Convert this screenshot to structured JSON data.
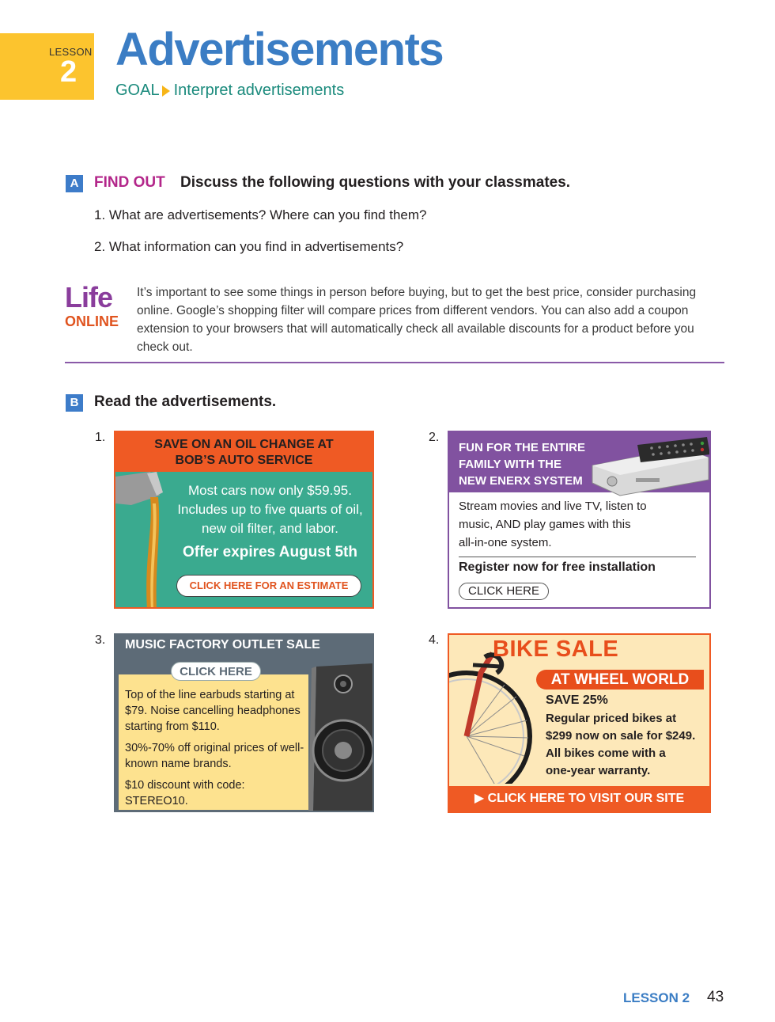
{
  "header": {
    "lesson_word": "LESSON",
    "lesson_number": "2",
    "title": "Advertisements",
    "goal_label": "GOAL",
    "goal_text": "Interpret advertisements"
  },
  "section_a": {
    "badge": "A",
    "label": "FIND OUT",
    "instruction": "Discuss the following questions with your classmates.",
    "questions": [
      "1. What are advertisements? Where can you find them?",
      "2. What information can you find in advertisements?"
    ]
  },
  "life_online": {
    "life": "Life",
    "online": "ONLINE",
    "text": "It’s important to see some things in person before buying, but to get the best price, consider purchasing online. Google’s shopping filter will compare prices from different vendors. You can also add a coupon extension to your browsers that will automatically check all available discounts for a product before you check out."
  },
  "section_b": {
    "badge": "B",
    "instruction": "Read the advertisements.",
    "ads": [
      {
        "number": "1.",
        "headline_1": "SAVE ON AN OIL CHANGE AT",
        "headline_2": "BOB’S AUTO SERVICE",
        "body_1": "Most cars now only $59.95.",
        "body_2": "Includes up to five quarts of oil,",
        "body_3": "new oil filter, and labor.",
        "offer": "Offer expires August 5th",
        "button": "CLICK HERE FOR AN ESTIMATE"
      },
      {
        "number": "2.",
        "headline_1": "FUN FOR THE ENTIRE",
        "headline_2": "FAMILY WITH THE",
        "headline_3": "NEW ENERX SYSTEM",
        "body_1": "Stream movies and live TV, listen to",
        "body_2": "music, AND play games with this",
        "body_3": "all-in-one system.",
        "register": "Register now for free installation",
        "button": "CLICK HERE"
      },
      {
        "number": "3.",
        "headline": "MUSIC FACTORY OUTLET SALE",
        "button": "CLICK HERE",
        "para_1": "Top of the line earbuds starting at $79.  Noise cancelling headphones starting from $110.",
        "para_2": "30%-70% off original prices of well-known name brands.",
        "para_3": "$10 discount with code: STEREO10."
      },
      {
        "number": "4.",
        "title": "BIKE SALE",
        "where": "AT WHEEL WORLD",
        "save": "SAVE 25%",
        "body_1": "Regular priced bikes at",
        "body_2": "$299 now on sale for $249.",
        "body_3": "All bikes come with a",
        "body_4": "one-year warranty.",
        "footer": "▶  CLICK HERE TO VISIT OUR SITE"
      }
    ]
  },
  "footer": {
    "lesson": "LESSON 2",
    "page": "43"
  },
  "colors": {
    "title_blue": "#3b7dc4",
    "goal_teal": "#1a8a7c",
    "lesson_tab": "#fcc42e",
    "find_out_magenta": "#b3268a",
    "life_purple": "#8a3d9c",
    "ad_orange": "#ef5a24",
    "ad_teal": "#3aaa8f",
    "ad_purple": "#8152a0",
    "ad_slate": "#5d6b77",
    "ad_yellow": "#fde28f"
  }
}
